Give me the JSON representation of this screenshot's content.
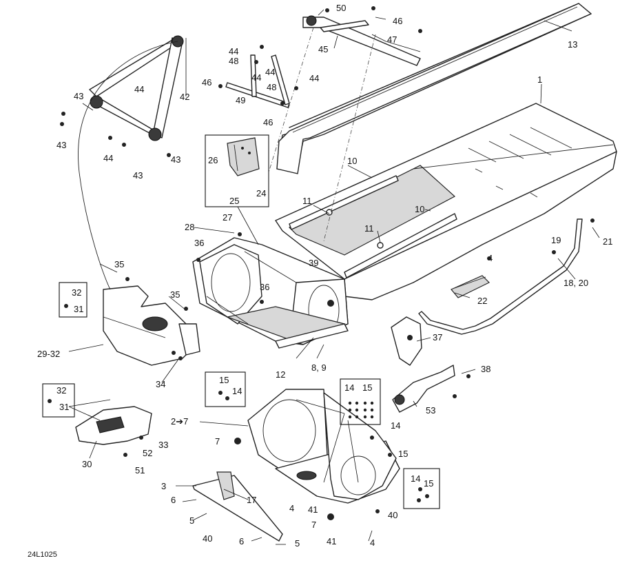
{
  "drawing_code": "24L1025",
  "callouts": [
    {
      "id": "c1",
      "text": "1"
    },
    {
      "id": "c2-7",
      "text": "2➔7"
    },
    {
      "id": "c3",
      "text": "3"
    },
    {
      "id": "c4a",
      "text": "4"
    },
    {
      "id": "c4b",
      "text": "4"
    },
    {
      "id": "c4c",
      "text": "4"
    },
    {
      "id": "c5a",
      "text": "5"
    },
    {
      "id": "c5b",
      "text": "5"
    },
    {
      "id": "c6a",
      "text": "6"
    },
    {
      "id": "c6b",
      "text": "6"
    },
    {
      "id": "c7a",
      "text": "7"
    },
    {
      "id": "c7b",
      "text": "7"
    },
    {
      "id": "c8-9",
      "text": "8, 9"
    },
    {
      "id": "c10a",
      "text": "10"
    },
    {
      "id": "c10b",
      "text": "10"
    },
    {
      "id": "c11a",
      "text": "11"
    },
    {
      "id": "c11b",
      "text": "11"
    },
    {
      "id": "c12",
      "text": "12"
    },
    {
      "id": "c13",
      "text": "13"
    },
    {
      "id": "c14a",
      "text": "14"
    },
    {
      "id": "c14b",
      "text": "14"
    },
    {
      "id": "c14c",
      "text": "14"
    },
    {
      "id": "c14d",
      "text": "14"
    },
    {
      "id": "c15a",
      "text": "15"
    },
    {
      "id": "c15b",
      "text": "15"
    },
    {
      "id": "c15c",
      "text": "15"
    },
    {
      "id": "c15d",
      "text": "15"
    },
    {
      "id": "c17",
      "text": "17"
    },
    {
      "id": "c18-20",
      "text": "18, 20"
    },
    {
      "id": "c19",
      "text": "19"
    },
    {
      "id": "c21",
      "text": "21"
    },
    {
      "id": "c22",
      "text": "22"
    },
    {
      "id": "c24",
      "text": "24"
    },
    {
      "id": "c25",
      "text": "25"
    },
    {
      "id": "c26",
      "text": "26"
    },
    {
      "id": "c27",
      "text": "27"
    },
    {
      "id": "c28",
      "text": "28"
    },
    {
      "id": "c29-32",
      "text": "29-32"
    },
    {
      "id": "c30",
      "text": "30"
    },
    {
      "id": "c31a",
      "text": "31"
    },
    {
      "id": "c31b",
      "text": "31"
    },
    {
      "id": "c32a",
      "text": "32"
    },
    {
      "id": "c32b",
      "text": "32"
    },
    {
      "id": "c33",
      "text": "33"
    },
    {
      "id": "c34",
      "text": "34"
    },
    {
      "id": "c35a",
      "text": "35"
    },
    {
      "id": "c35b",
      "text": "35"
    },
    {
      "id": "c36a",
      "text": "36"
    },
    {
      "id": "c36b",
      "text": "36"
    },
    {
      "id": "c37",
      "text": "37"
    },
    {
      "id": "c38",
      "text": "38"
    },
    {
      "id": "c39",
      "text": "39"
    },
    {
      "id": "c40a",
      "text": "40"
    },
    {
      "id": "c40b",
      "text": "40"
    },
    {
      "id": "c41a",
      "text": "41"
    },
    {
      "id": "c41b",
      "text": "41"
    },
    {
      "id": "c42",
      "text": "42"
    },
    {
      "id": "c43a",
      "text": "43"
    },
    {
      "id": "c43b",
      "text": "43"
    },
    {
      "id": "c43c",
      "text": "43"
    },
    {
      "id": "c43d",
      "text": "43"
    },
    {
      "id": "c44a",
      "text": "44"
    },
    {
      "id": "c44b",
      "text": "44"
    },
    {
      "id": "c44c",
      "text": "44"
    },
    {
      "id": "c44d",
      "text": "44"
    },
    {
      "id": "c44e",
      "text": "44"
    },
    {
      "id": "c44f",
      "text": "44"
    },
    {
      "id": "c45",
      "text": "45"
    },
    {
      "id": "c46a",
      "text": "46"
    },
    {
      "id": "c46b",
      "text": "46"
    },
    {
      "id": "c46c",
      "text": "46"
    },
    {
      "id": "c47",
      "text": "47"
    },
    {
      "id": "c48a",
      "text": "48"
    },
    {
      "id": "c48b",
      "text": "48"
    },
    {
      "id": "c49",
      "text": "49"
    },
    {
      "id": "c50",
      "text": "50"
    },
    {
      "id": "c51",
      "text": "51"
    },
    {
      "id": "c52",
      "text": "52"
    },
    {
      "id": "c53",
      "text": "53"
    }
  ]
}
